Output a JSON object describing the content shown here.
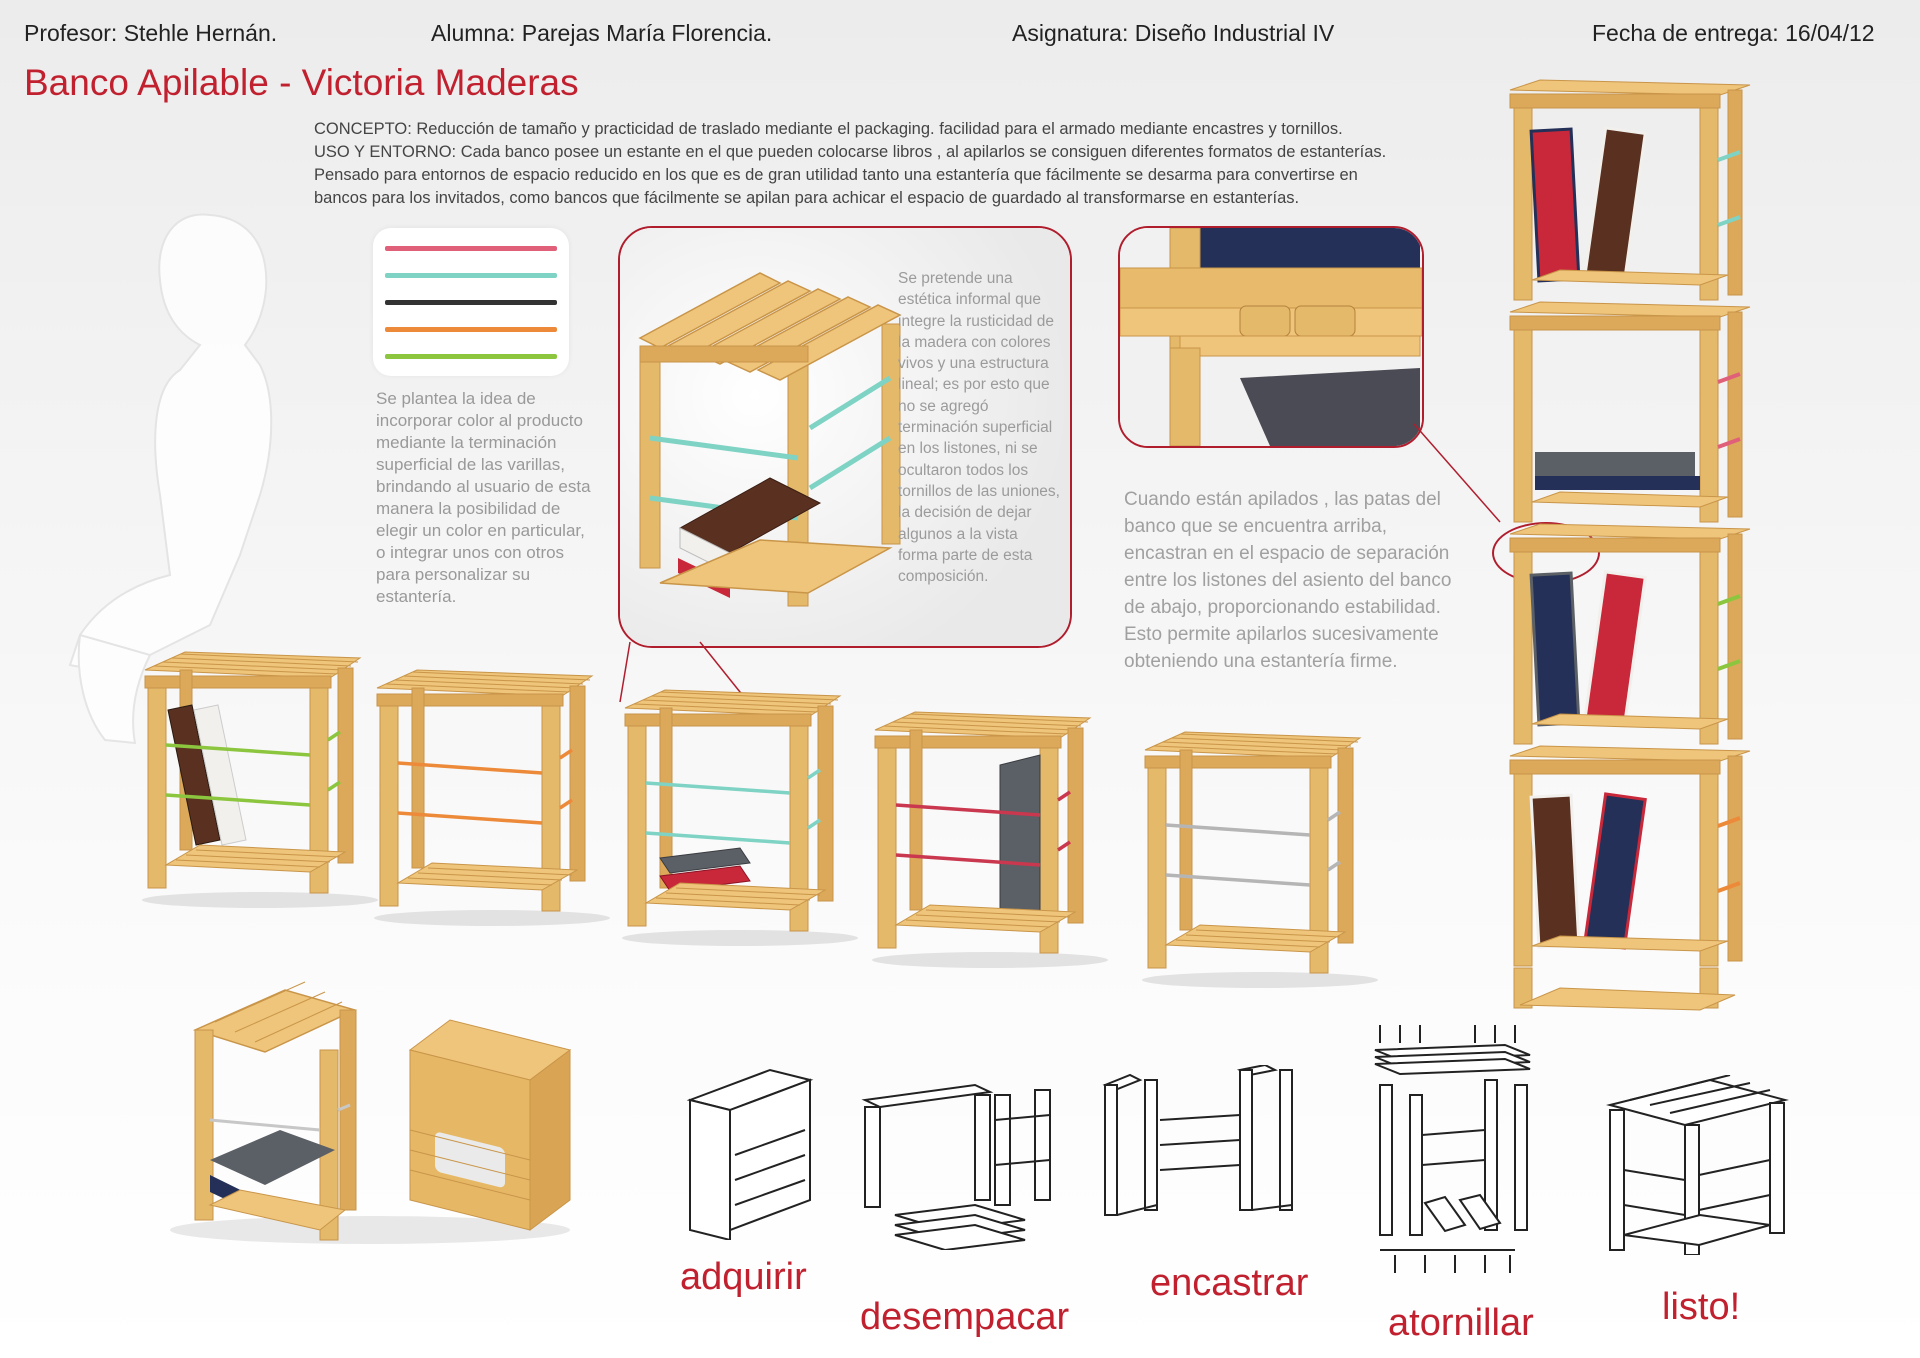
{
  "header": {
    "profesor": "Profesor: Stehle  Hernán.",
    "alumna": "Alumna: Parejas María Florencia.",
    "asignatura": "Asignatura: Diseño Industrial IV",
    "fecha": "Fecha de entrega: 16/04/12"
  },
  "title": "Banco Apilable - Victoria Maderas",
  "concept_lines": [
    "CONCEPTO:  Reducción de tamaño y practicidad de traslado mediante el packaging. facilidad para el armado mediante encastres y tornillos.",
    "USO Y ENTORNO: Cada banco posee un estante en el que pueden colocarse libros , al apilarlos se consiguen diferentes formatos de estanterías.",
    "Pensado para entornos de espacio reducido en los que es de gran utilidad tanto una estantería que fácilmente se desarma para convertirse en",
    "bancos para los invitados,  como bancos que fácilmente se apilan para achicar el espacio de guardado al transformarse en estanterías."
  ],
  "color_note": "Se plantea la idea de incorporar color al producto mediante la terminación superficial de las varillas, brindando al usuario de esta manera la posibilidad de elegir un color en particular, o integrar unos con otros para personalizar su estantería.",
  "aesthetic_note": "Se pretende una estética informal que integre la rusticidad de la madera con colores vivos y una estructura lineal; es por esto que no se agregó terminación superficial en los listones, ni se ocultaron todos los tornillos de las uniones, la decisión de dejar algunos a la vista forma parte de esta composición.",
  "stacking_note": "Cuando están apilados , las patas del banco que se encuentra arriba, encastran en el espacio de separación entre los listones del asiento del banco de abajo, proporcionando estabilidad. Esto permite apilarlos sucesivamente obteniendo una estantería firme.",
  "swatch_colors": [
    "#e0607a",
    "#7ed3c4",
    "#333333",
    "#ec8a3a",
    "#8cc63f"
  ],
  "stool_rod_colors": [
    "#8cc63f",
    "#ec8a3a",
    "#7ed3c4",
    "#c9384e",
    "#b5b5b5"
  ],
  "steps": [
    {
      "label": "adquirir"
    },
    {
      "label": "desempacar"
    },
    {
      "label": "encastrar"
    },
    {
      "label": "atornillar"
    },
    {
      "label": "listo!"
    }
  ],
  "colors": {
    "accent": "#c1212f",
    "wood": "#e4b96a",
    "wood_dark": "#c99549"
  }
}
